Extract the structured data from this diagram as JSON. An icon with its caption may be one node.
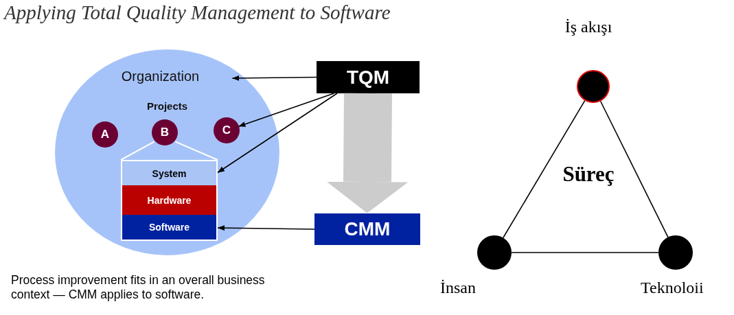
{
  "diagram": {
    "title": "Applying Total Quality Management to Software",
    "caption": "Process improvement fits in an overall business context — CMM applies to software.",
    "nodes": [
      {
        "text": [
          "Organization",
          "Projects"
        ]
      },
      {
        "text": [
          "A"
        ],
        "in": 0
      },
      {
        "text": [
          "B"
        ],
        "in": 0
      },
      {
        "text": [
          "C"
        ],
        "in": 0
      },
      {
        "text": [
          "System"
        ],
        "in": 0
      },
      {
        "text": [
          "Hardware"
        ],
        "in": 0
      },
      {
        "text": [
          "Software"
        ],
        "in": 0
      },
      {
        "text": [
          "TQM"
        ]
      },
      {
        "text": [
          "CMM"
        ]
      },
      {
        "text": [
          "İş akışı"
        ]
      },
      {
        "text": [
          "İnsan"
        ]
      },
      {
        "text": [
          "Teknoloii"
        ]
      }
    ],
    "edges": [
      {
        "from": 7,
        "to": 0,
        "arrow": "to"
      },
      {
        "from": 7,
        "to": 3,
        "arrow": "to"
      },
      {
        "from": 7,
        "to": 4,
        "arrow": "to"
      },
      {
        "from": 8,
        "to": 6,
        "arrow": "to"
      },
      {
        "from": 7,
        "to": 8,
        "arrow": "to",
        "style": "thick",
        "color": "#cccccc"
      },
      {
        "from": 2,
        "to": 4,
        "arrow": "none",
        "color": "#ffffff"
      },
      {
        "from": 9,
        "to": 10,
        "arrow": "none"
      },
      {
        "from": 9,
        "to": 11,
        "arrow": "none"
      },
      {
        "from": 10,
        "to": 11,
        "arrow": "none"
      }
    ],
    "labels": [
      "Süreç"
    ]
  }
}
